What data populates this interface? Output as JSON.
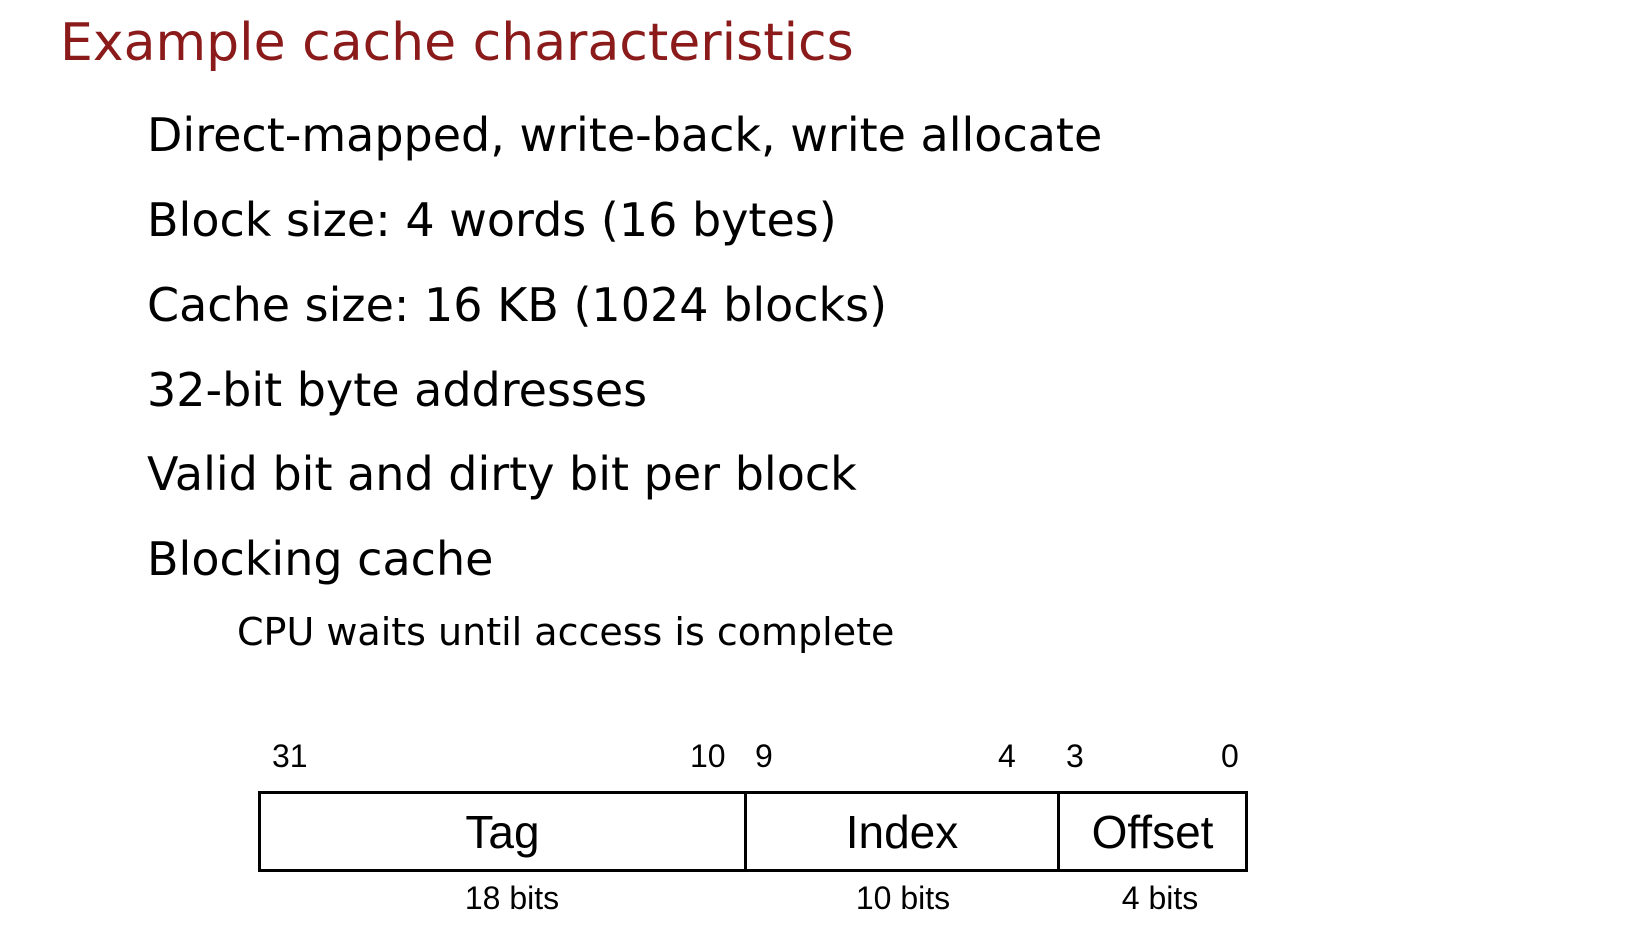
{
  "title": "Example cache characteristics",
  "title_color": "#8B1A1A",
  "bullets": [
    "Direct-mapped, write-back, write allocate",
    "Block size: 4 words (16 bytes)",
    "Cache size: 16 KB (1024 blocks)",
    "32-bit byte addresses",
    "Valid bit and dirty bit per block",
    "Blocking cache"
  ],
  "sub_bullets": [
    "CPU waits until access is complete"
  ],
  "address_format": {
    "bit_positions": [
      "31",
      "10",
      "9",
      "4",
      "3",
      "0"
    ],
    "fields": [
      {
        "name": "Tag",
        "width_label": "18 bits"
      },
      {
        "name": "Index",
        "width_label": "10 bits"
      },
      {
        "name": "Offset",
        "width_label": "4 bits"
      }
    ]
  }
}
